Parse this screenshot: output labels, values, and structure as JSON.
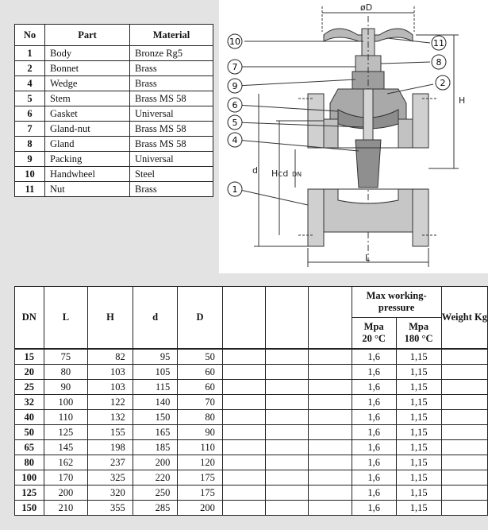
{
  "parts_table": {
    "headers": [
      "No",
      "Part",
      "Material"
    ],
    "rows": [
      [
        "1",
        "Body",
        "Bronze Rg5"
      ],
      [
        "2",
        "Bonnet",
        "Brass"
      ],
      [
        "4",
        "Wedge",
        "Brass"
      ],
      [
        "5",
        "Stem",
        "Brass MS 58"
      ],
      [
        "6",
        "Gasket",
        "Universal"
      ],
      [
        "7",
        "Gland-nut",
        "Brass MS 58"
      ],
      [
        "8",
        "Gland",
        "Brass MS 58"
      ],
      [
        "9",
        "Packing",
        "Universal"
      ],
      [
        "10",
        "Handwheel",
        "Steel"
      ],
      [
        "11",
        "Nut",
        "Brass"
      ]
    ]
  },
  "diagram": {
    "labels": {
      "D": "øD",
      "H": "H",
      "Hcd": "Hcd",
      "d": "d",
      "L": "L",
      "DN": "DN"
    },
    "callouts": [
      "10",
      "11",
      "7",
      "8",
      "9",
      "2",
      "6",
      "5",
      "4",
      "1"
    ]
  },
  "dims_table": {
    "headers": {
      "dn": "DN",
      "L": "L",
      "H": "H",
      "d": "d",
      "D": "D",
      "pressure": "Max working-pressure",
      "mpa20": "Mpa",
      "t20": "20 °C",
      "mpa180": "Mpa",
      "t180": "180 °C",
      "weight": "Weight Kg"
    },
    "rows": [
      [
        "15",
        "75",
        "82",
        "95",
        "50",
        "",
        "",
        "",
        "1,6",
        "1,15",
        ""
      ],
      [
        "20",
        "80",
        "103",
        "105",
        "60",
        "",
        "",
        "",
        "1,6",
        "1,15",
        ""
      ],
      [
        "25",
        "90",
        "103",
        "115",
        "60",
        "",
        "",
        "",
        "1,6",
        "1,15",
        ""
      ],
      [
        "32",
        "100",
        "122",
        "140",
        "70",
        "",
        "",
        "",
        "1,6",
        "1,15",
        ""
      ],
      [
        "40",
        "110",
        "132",
        "150",
        "80",
        "",
        "",
        "",
        "1,6",
        "1,15",
        ""
      ],
      [
        "50",
        "125",
        "155",
        "165",
        "90",
        "",
        "",
        "",
        "1,6",
        "1,15",
        ""
      ],
      [
        "65",
        "145",
        "198",
        "185",
        "110",
        "",
        "",
        "",
        "1,6",
        "1,15",
        ""
      ],
      [
        "80",
        "162",
        "237",
        "200",
        "120",
        "",
        "",
        "",
        "1,6",
        "1,15",
        ""
      ],
      [
        "100",
        "170",
        "325",
        "220",
        "175",
        "",
        "",
        "",
        "1,6",
        "1,15",
        ""
      ],
      [
        "125",
        "200",
        "320",
        "250",
        "175",
        "",
        "",
        "",
        "1,6",
        "1,15",
        ""
      ],
      [
        "150",
        "210",
        "355",
        "285",
        "200",
        "",
        "",
        "",
        "1,6",
        "1,15",
        ""
      ]
    ]
  }
}
